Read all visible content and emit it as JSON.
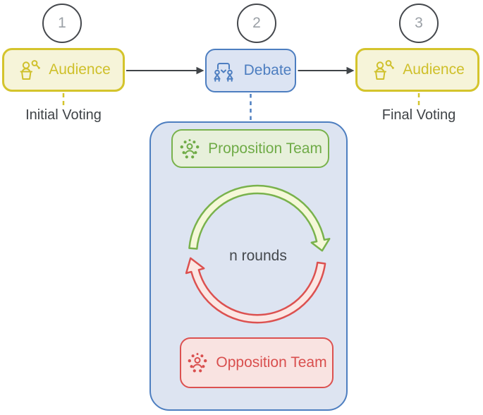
{
  "figure": {
    "background": "#ffffff",
    "cycle_label": "n rounds"
  },
  "steps": [
    {
      "number": "1",
      "label": "Audience",
      "caption": "Initial Voting",
      "icon": "audience-podium-icon"
    },
    {
      "number": "2",
      "label": "Debate",
      "caption": "",
      "icon": "debate-discussion-icon"
    },
    {
      "number": "3",
      "label": "Audience",
      "caption": "Final Voting",
      "icon": "audience-podium-icon"
    }
  ],
  "debate_panel": {
    "proposition": {
      "label": "Proposition Team",
      "icon": "team-members-icon"
    },
    "opposition": {
      "label": "Opposition Team",
      "icon": "team-members-icon"
    },
    "cycle_label": "n rounds",
    "cycle_arrows": [
      "proposition-to-opposition-green-arrow",
      "opposition-to-proposition-red-arrow"
    ]
  },
  "icons": {
    "audience": "audience-podium-icon",
    "debate": "debate-discussion-icon",
    "team": "team-members-icon"
  },
  "colors": {
    "yellow": "#d4c42c",
    "yellow_fill": "#f6f4d9",
    "blue": "#4d7ec0",
    "blue_fill": "#dce4f3",
    "panel_fill": "#dde4f1",
    "green": "#79b24c",
    "green_fill": "#e7f0db",
    "green_arc_fill": "#f5f8d8",
    "red": "#dc5150",
    "red_fill": "#f9e3e1",
    "red_arc_fill": "#fbe7e4",
    "connector_gray": "#404448",
    "number_gray": "#9ba0a6",
    "caption_gray": "#3f4347"
  }
}
